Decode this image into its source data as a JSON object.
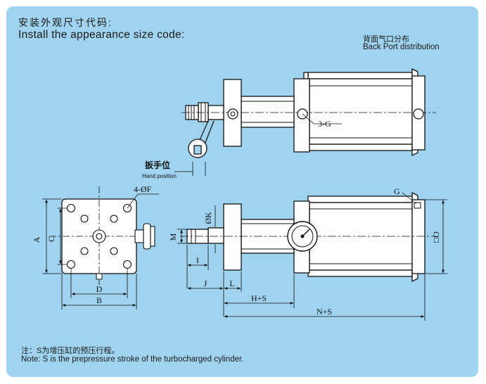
{
  "header": {
    "title_cn": "安装外观尺寸代码:",
    "title_en": "Install the appearance size code:"
  },
  "back_port": {
    "label_cn": "背面气口分布",
    "label_en": "Back Port distribution"
  },
  "hand_position": {
    "label_cn": "扳手位",
    "label_en": "Hand position"
  },
  "dimensions": {
    "g3": "3-G",
    "holes": "4-ØF",
    "A": "A",
    "C": "C",
    "D": "D",
    "B": "B",
    "M": "M",
    "K": "ØK",
    "I": "I",
    "J": "J",
    "L": "L",
    "HS": "H+S",
    "NS": "N+S",
    "G": "G",
    "O": "□O"
  },
  "note": {
    "cn": "注：S为增压缸的预压行程。",
    "en": "Note: S is the prepressure stroke of the turbocharged cylinder."
  },
  "colors": {
    "background": "#9fd3ef",
    "line": "#111111",
    "body": "#ffffff"
  }
}
